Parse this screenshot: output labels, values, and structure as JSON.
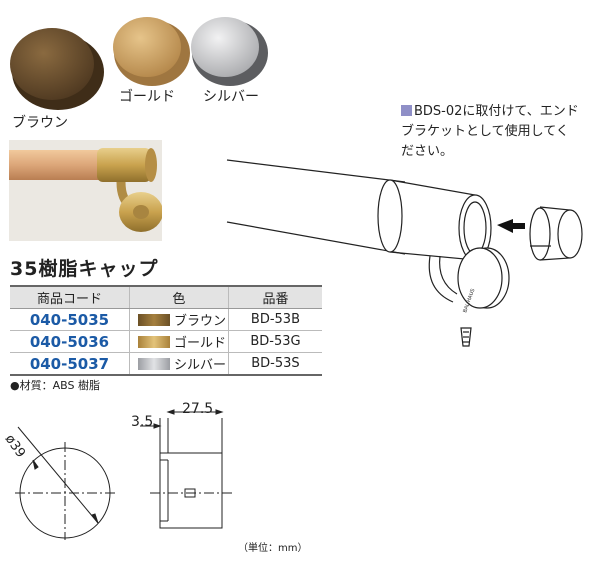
{
  "caps": [
    {
      "label": "ブラウン",
      "color": "#6b4f2c"
    },
    {
      "label": "ゴールド",
      "color": "#c9a064"
    },
    {
      "label": "シルバー",
      "color": "#c8c9cb"
    }
  ],
  "note": {
    "line1": "BDS-02に取付けて、エンド",
    "line2": "ブラケットとして使用してく",
    "line3": "ださい。"
  },
  "illustration": {
    "bracket_text": "BALIHAUS"
  },
  "title": "35樹脂キャップ",
  "table": {
    "headers": [
      "商品コード",
      "色",
      "品番"
    ],
    "rows": [
      {
        "code": "040-5035",
        "color_name": "ブラウン",
        "part": "BD-53B",
        "swatch": "#8a6a3a"
      },
      {
        "code": "040-5036",
        "color_name": "ゴールド",
        "part": "BD-53G",
        "swatch": "#c9a24e"
      },
      {
        "code": "040-5037",
        "color_name": "シルバー",
        "part": "BD-53S",
        "swatch": "#bdbfc3"
      }
    ]
  },
  "material": "●材質：ABS 樹脂",
  "drawing": {
    "diameter": "ø39",
    "dim_a": "3.5",
    "dim_b": "27.5"
  },
  "unit": "（単位：mm）"
}
